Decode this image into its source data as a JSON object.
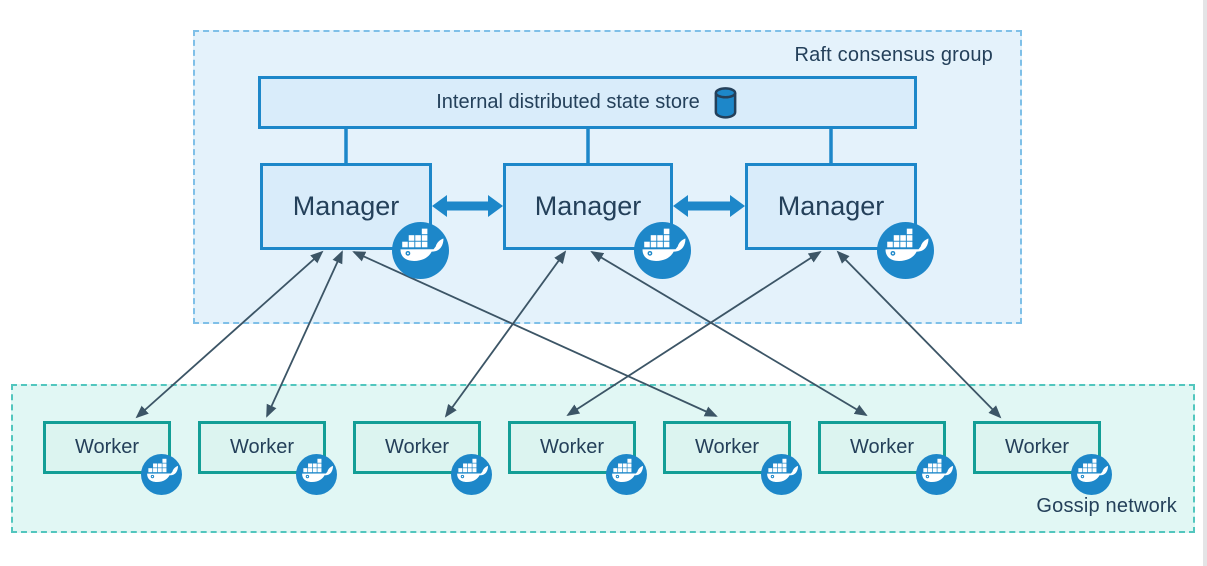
{
  "raft_group": {
    "label": "Raft consensus group",
    "state_store": {
      "label": "Internal distributed state store",
      "icon": "database-cylinder-icon"
    },
    "managers": [
      {
        "id": "manager-1",
        "label": "Manager",
        "icon": "docker-whale-icon"
      },
      {
        "id": "manager-2",
        "label": "Manager",
        "icon": "docker-whale-icon"
      },
      {
        "id": "manager-3",
        "label": "Manager",
        "icon": "docker-whale-icon"
      }
    ]
  },
  "gossip_network": {
    "label": "Gossip network",
    "workers": [
      {
        "id": "worker-1",
        "label": "Worker",
        "icon": "docker-whale-icon"
      },
      {
        "id": "worker-2",
        "label": "Worker",
        "icon": "docker-whale-icon"
      },
      {
        "id": "worker-3",
        "label": "Worker",
        "icon": "docker-whale-icon"
      },
      {
        "id": "worker-4",
        "label": "Worker",
        "icon": "docker-whale-icon"
      },
      {
        "id": "worker-5",
        "label": "Worker",
        "icon": "docker-whale-icon"
      },
      {
        "id": "worker-6",
        "label": "Worker",
        "icon": "docker-whale-icon"
      },
      {
        "id": "worker-7",
        "label": "Worker",
        "icon": "docker-whale-icon"
      }
    ]
  },
  "connections": {
    "state_store_to_managers": [
      "manager-1",
      "manager-2",
      "manager-3"
    ],
    "manager_peer_links": [
      [
        "manager-1",
        "manager-2"
      ],
      [
        "manager-2",
        "manager-3"
      ]
    ],
    "manager_worker_links": [
      [
        "manager-1",
        "worker-1"
      ],
      [
        "manager-1",
        "worker-2"
      ],
      [
        "manager-1",
        "worker-5"
      ],
      [
        "manager-2",
        "worker-3"
      ],
      [
        "manager-2",
        "worker-6"
      ],
      [
        "manager-3",
        "worker-4"
      ],
      [
        "manager-3",
        "worker-7"
      ]
    ],
    "link_style": "double-headed-arrows"
  },
  "colors": {
    "raft_fill": "#e4f2fb",
    "raft_dash": "#7fc0e8",
    "node_fill": "#d9ecfa",
    "node_border": "#1d87c9",
    "gossip_fill": "#e1f7f4",
    "gossip_dash": "#52c6be",
    "worker_fill": "#dcf4f0",
    "worker_border": "#139e96",
    "text": "#24405a",
    "thin_arrow": "#3c5566",
    "docker_blue": "#1d87c9"
  }
}
